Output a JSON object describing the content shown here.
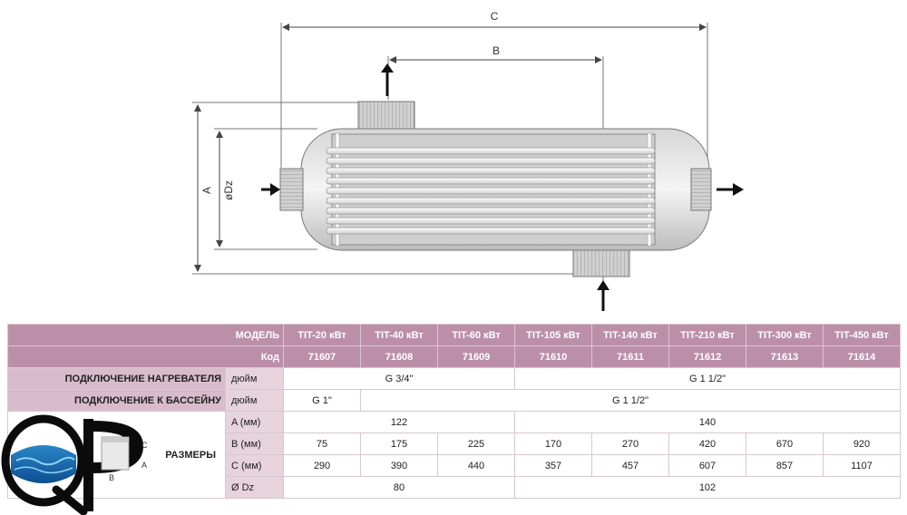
{
  "diagram": {
    "dim_c": "C",
    "dim_b": "B",
    "dim_a": "A",
    "dim_dz": "øDz"
  },
  "table": {
    "model_label": "МОДЕЛЬ",
    "code_label": "Код",
    "models": [
      "TIT-20 кВт",
      "TIT-40 кВт",
      "TIT-60 кВт",
      "TIT-105 кВт",
      "TIT-140 кВт",
      "TIT-210 кВт",
      "TIT-300 кВт",
      "TIT-450 кВт"
    ],
    "codes": [
      "71607",
      "71608",
      "71609",
      "71610",
      "71611",
      "71612",
      "71613",
      "71614"
    ],
    "heater_label": "ПОДКЛЮЧЕНИЕ НАГРЕВАТЕЛЯ",
    "heater_unit": "дюйм",
    "heater_values": [
      "G 3/4\"",
      "G 1 1/2\""
    ],
    "pool_label": "ПОДКЛЮЧЕНИЕ К БАССЕЙНУ",
    "pool_unit": "дюйм",
    "pool_values": [
      "G 1\"",
      "G 1 1/2\""
    ],
    "sizes_label": "РАЗМЕРЫ",
    "a_unit": "A (мм)",
    "a_values": [
      "122",
      "140"
    ],
    "b_unit": "B (мм)",
    "b_values": [
      "75",
      "175",
      "225",
      "170",
      "270",
      "420",
      "670",
      "920"
    ],
    "c_unit": "C (мм)",
    "c_values": [
      "290",
      "390",
      "440",
      "357",
      "457",
      "607",
      "857",
      "1107"
    ],
    "dz_unit": "Ø Dz",
    "dz_values": [
      "80",
      "102"
    ]
  },
  "logo": {
    "letters": "QP",
    "icon_c": "C",
    "icon_a": "A",
    "icon_b": "B"
  },
  "colors": {
    "header": "#bc8fa8",
    "label": "#d9bccb",
    "unit": "#e7d3dc",
    "border": "#d8c6d0"
  }
}
